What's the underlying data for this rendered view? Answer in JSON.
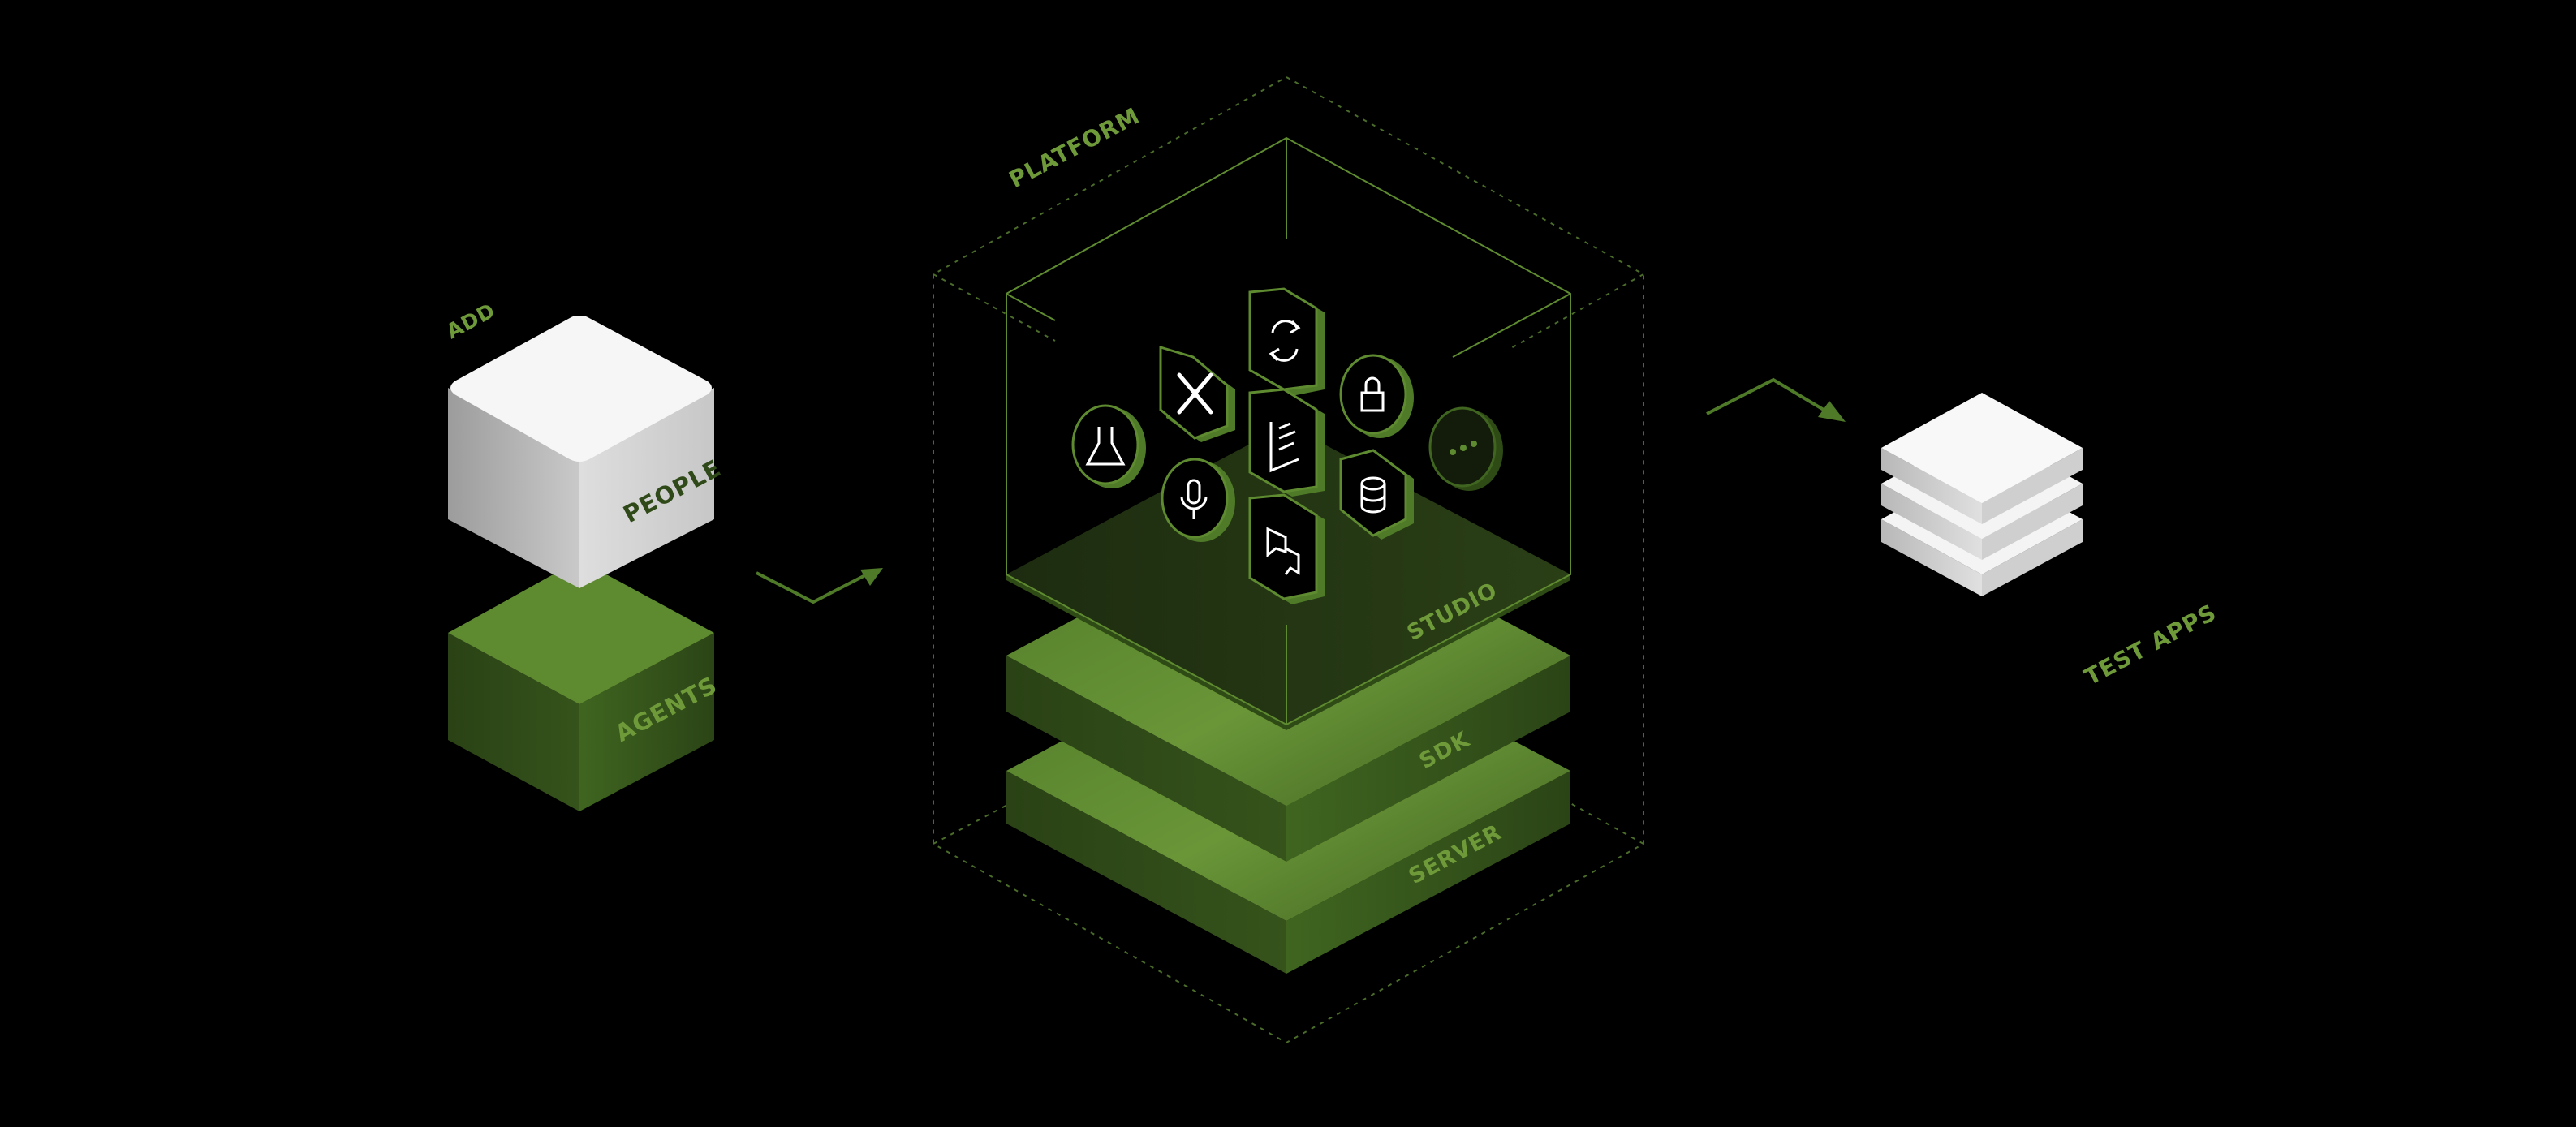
{
  "labels": {
    "add": "ADD",
    "people": "PEOPLE",
    "agents": "AGENTS",
    "platform": "PLATFORM",
    "studio": "STUDIO",
    "sdk": "SDK",
    "server": "SERVER",
    "test_apps": "TEST APPS"
  },
  "icons": [
    {
      "name": "flask-icon"
    },
    {
      "name": "bandage-icon"
    },
    {
      "name": "refresh-icon"
    },
    {
      "name": "lock-icon"
    },
    {
      "name": "more-icon"
    },
    {
      "name": "microphone-icon"
    },
    {
      "name": "chart-icon"
    },
    {
      "name": "database-icon"
    },
    {
      "name": "chat-icon"
    }
  ],
  "colors": {
    "background": "#000000",
    "accent_green": "#5e8a30",
    "label_green": "#6f9a3a",
    "white_block": "#f4f4f4"
  }
}
